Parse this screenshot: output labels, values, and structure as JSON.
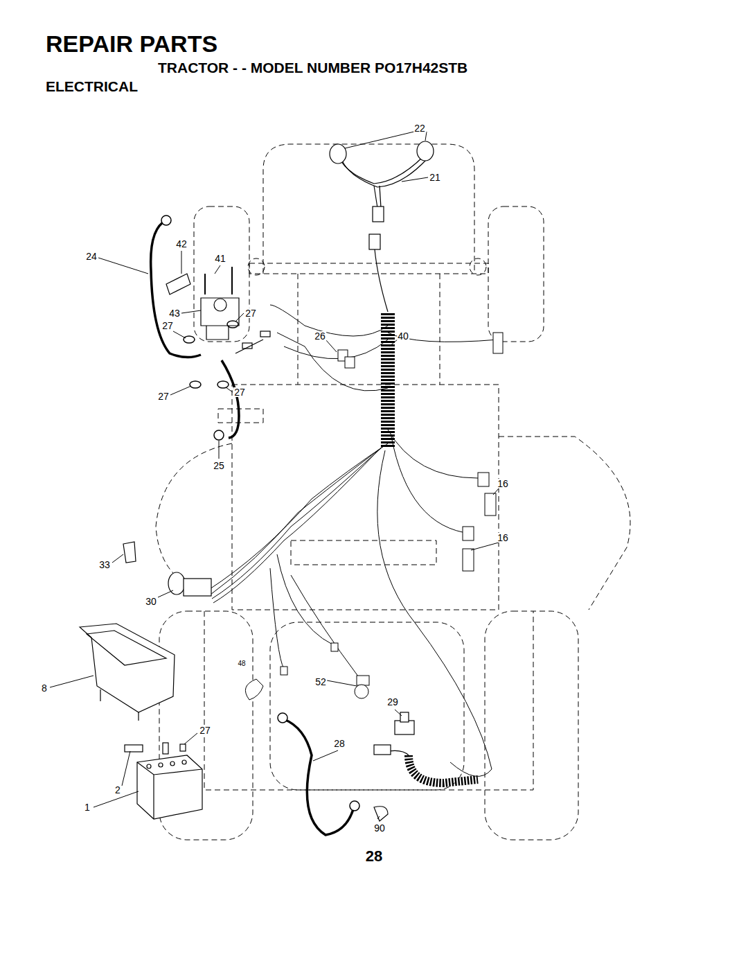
{
  "diagram": {
    "title": "REPAIR PARTS",
    "labels": [
      "TRACTOR - - MODEL NUMBER PO17H42STB",
      "ELECTRICAL",
      "22",
      "21",
      "42",
      "24",
      "41",
      "43",
      "27",
      "27",
      "26",
      "40",
      "27",
      "27",
      "25",
      "16",
      "16",
      "33",
      "30",
      "8",
      "48",
      "52",
      "29",
      "27",
      "28",
      "2",
      "1",
      "90",
      "28"
    ]
  }
}
